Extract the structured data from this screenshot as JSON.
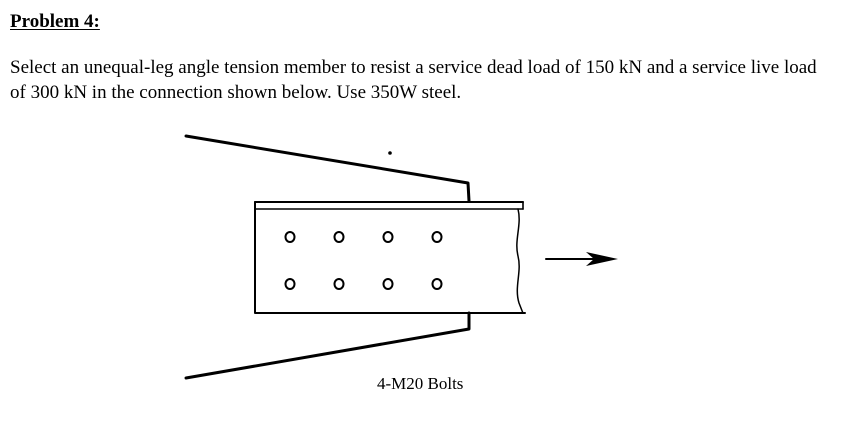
{
  "problem": {
    "title": "Problem 4:",
    "statement": "Select an unequal-leg angle tension member to resist a service dead load of 150 kN and a service live load of 300 kN in the connection shown below. Use 350W steel."
  },
  "figure": {
    "bolt_label": "4-M20 Bolts",
    "bolt_rows": 2,
    "bolts_per_row": 4,
    "load_direction": "right"
  }
}
